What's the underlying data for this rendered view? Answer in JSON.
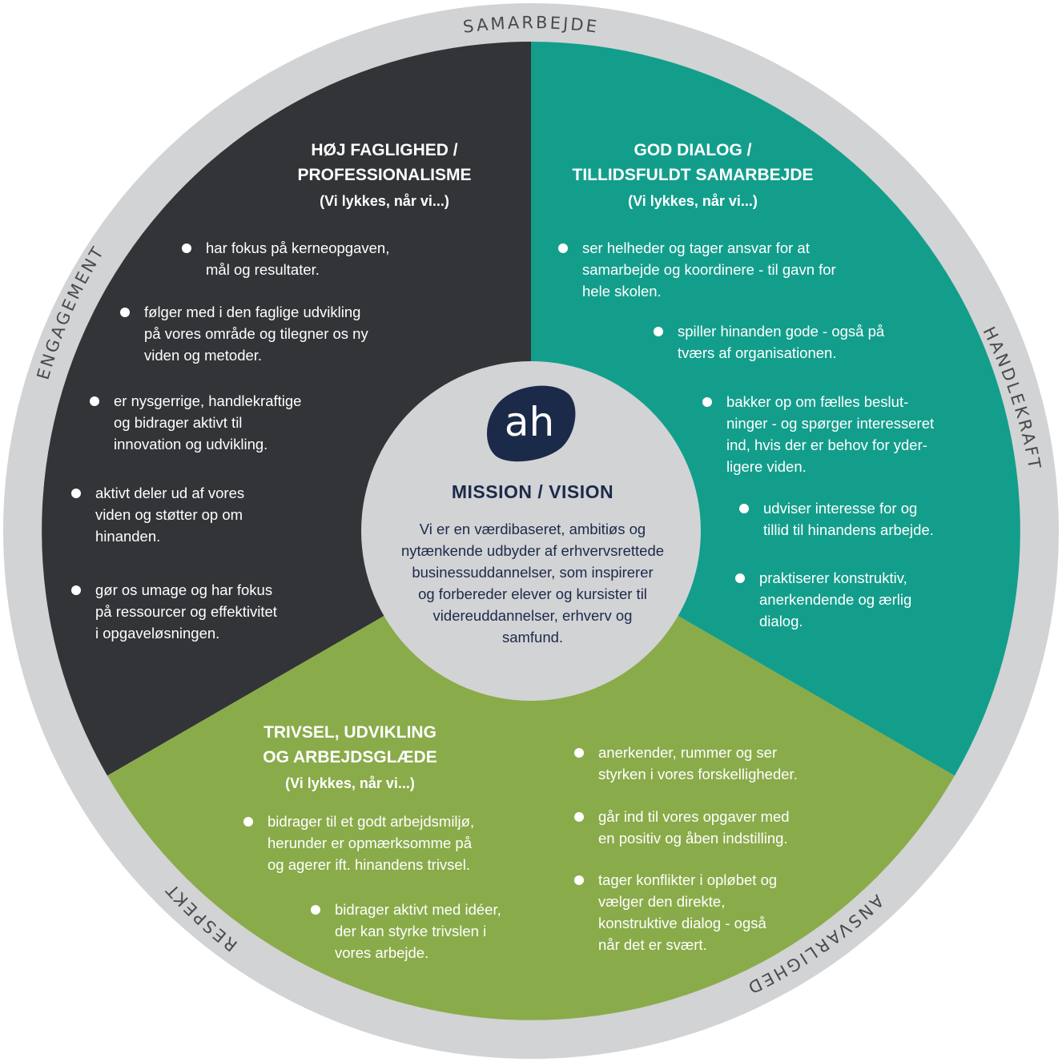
{
  "colors": {
    "outer_ring": "#d2d3d5",
    "dark_segment": "#333438",
    "teal_segment": "#139e8c",
    "green_segment": "#8aab4a",
    "center_circle": "#d2d3d5",
    "center_text": "#1c2a4a",
    "ring_text": "#4a4a4c"
  },
  "ring_words": {
    "samarbejde": "SAMARBEJDE",
    "handlekraft": "HANDLEKRAFT",
    "ansvarlighed": "ANSVARLIGHED",
    "respekt": "RESPEKT",
    "engagement": "ENGAGEMENT"
  },
  "center": {
    "logo_text": "ah",
    "title": "MISSION / VISION",
    "lines": [
      "Vi er en værdibaseret, ambitiøs og",
      "nytænkende udbyder af erhvervsrettede",
      "businessuddannelser, som inspirerer",
      "og forbereder elever og kursister til",
      "videreuddannelser, erhverv og",
      "samfund."
    ]
  },
  "segments": {
    "faglighed": {
      "title_lines": [
        "HØJ FAGLIGHED /",
        "PROFESSIONALISME"
      ],
      "subtitle": "(Vi lykkes, når vi...)",
      "bullets": [
        [
          "har fokus på kerneopgaven,",
          "mål og resultater."
        ],
        [
          "følger med i den faglige udvikling",
          "på vores område og tilegner os ny",
          "viden og metoder."
        ],
        [
          "er nysgerrige, handlekraftige",
          "og bidrager aktivt til",
          "innovation og udvikling."
        ],
        [
          "aktivt deler ud af vores",
          "viden og støtter op om",
          "hinanden."
        ],
        [
          "gør os umage og har fokus",
          "på ressourcer og effektivitet",
          "i opgaveløsningen."
        ]
      ]
    },
    "dialog": {
      "title_lines": [
        "GOD DIALOG /",
        "TILLIDSFULDT SAMARBEJDE"
      ],
      "subtitle": "(Vi lykkes, når vi...)",
      "bullets": [
        [
          "ser helheder og tager ansvar for at",
          "samarbejde og koordinere - til gavn for",
          "hele skolen."
        ],
        [
          "spiller hinanden gode - også på",
          "tværs af organisationen."
        ],
        [
          "bakker op om fælles beslut-",
          "ninger - og spørger interesseret",
          "ind, hvis der er behov for yder-",
          "ligere viden."
        ],
        [
          "udviser interesse for og",
          "tillid til hinandens arbejde."
        ],
        [
          "praktiserer konstruktiv,",
          "anerkendende og ærlig",
          "dialog."
        ]
      ]
    },
    "trivsel": {
      "title_lines": [
        "TRIVSEL, UDVIKLING",
        "OG ARBEJDSGLÆDE"
      ],
      "subtitle": "(Vi lykkes, når vi...)",
      "bullets": [
        [
          "bidrager til et godt arbejdsmiljø,",
          "herunder er opmærksomme på",
          "og agerer ift. hinandens trivsel."
        ],
        [
          "bidrager aktivt med idéer,",
          "der kan styrke trivslen i",
          "vores arbejde."
        ],
        [
          "anerkender, rummer og ser",
          "styrken i vores forskelligheder."
        ],
        [
          "går ind til vores opgaver med",
          "en positiv og åben indstilling."
        ],
        [
          "tager konflikter i opløbet og",
          "vælger den direkte,",
          "konstruktive dialog - også",
          "når det er svært."
        ]
      ]
    }
  }
}
